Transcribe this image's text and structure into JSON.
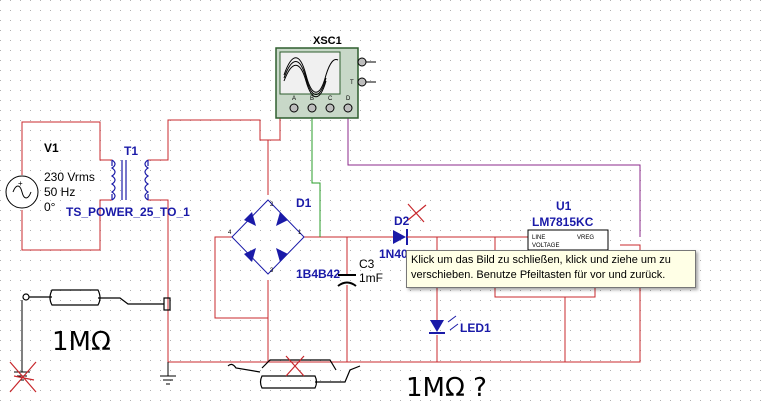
{
  "components": {
    "oscilloscope": {
      "ref": "XSC1",
      "pin_t": "T",
      "pin_a": "A",
      "pin_b": "B",
      "pin_c": "C",
      "pin_d": "D"
    },
    "source": {
      "ref": "V1",
      "voltage": "230 Vrms",
      "frequency": "50 Hz",
      "phase": "0°"
    },
    "transformer": {
      "ref": "T1",
      "model": "TS_POWER_25_TO_1"
    },
    "bridge": {
      "ref": "D1",
      "model": "1B4B42",
      "pin_1": "1",
      "pin_2": "2",
      "pin_3": "3",
      "pin_4": "4"
    },
    "capacitor": {
      "ref": "C3",
      "value": "1mF"
    },
    "diode": {
      "ref": "D2",
      "model_partial": "1N40"
    },
    "regulator": {
      "ref": "U1",
      "model": "LM7815KC",
      "pin_line": "LINE",
      "pin_voltage": "VOLTAGE",
      "pin_vreg": "VREG"
    },
    "led": {
      "ref": "LED1"
    }
  },
  "annotations": {
    "handwritten_top": "1MΩ",
    "handwritten_bottom": "1MΩ ?"
  },
  "tooltip": {
    "text": "Klick um das Bild zu schließen, klick und ziehe um zu verschieben. Benutze Pfeiltasten für vor und zurück."
  },
  "colors": {
    "wire_red": "#c8282d",
    "wire_green": "#2a9d2a",
    "wire_purple": "#8b2a8b",
    "component_blue": "#1a1aa8",
    "scope_green": "#2e5e2e",
    "grid_dot": "#b0b0b0"
  }
}
